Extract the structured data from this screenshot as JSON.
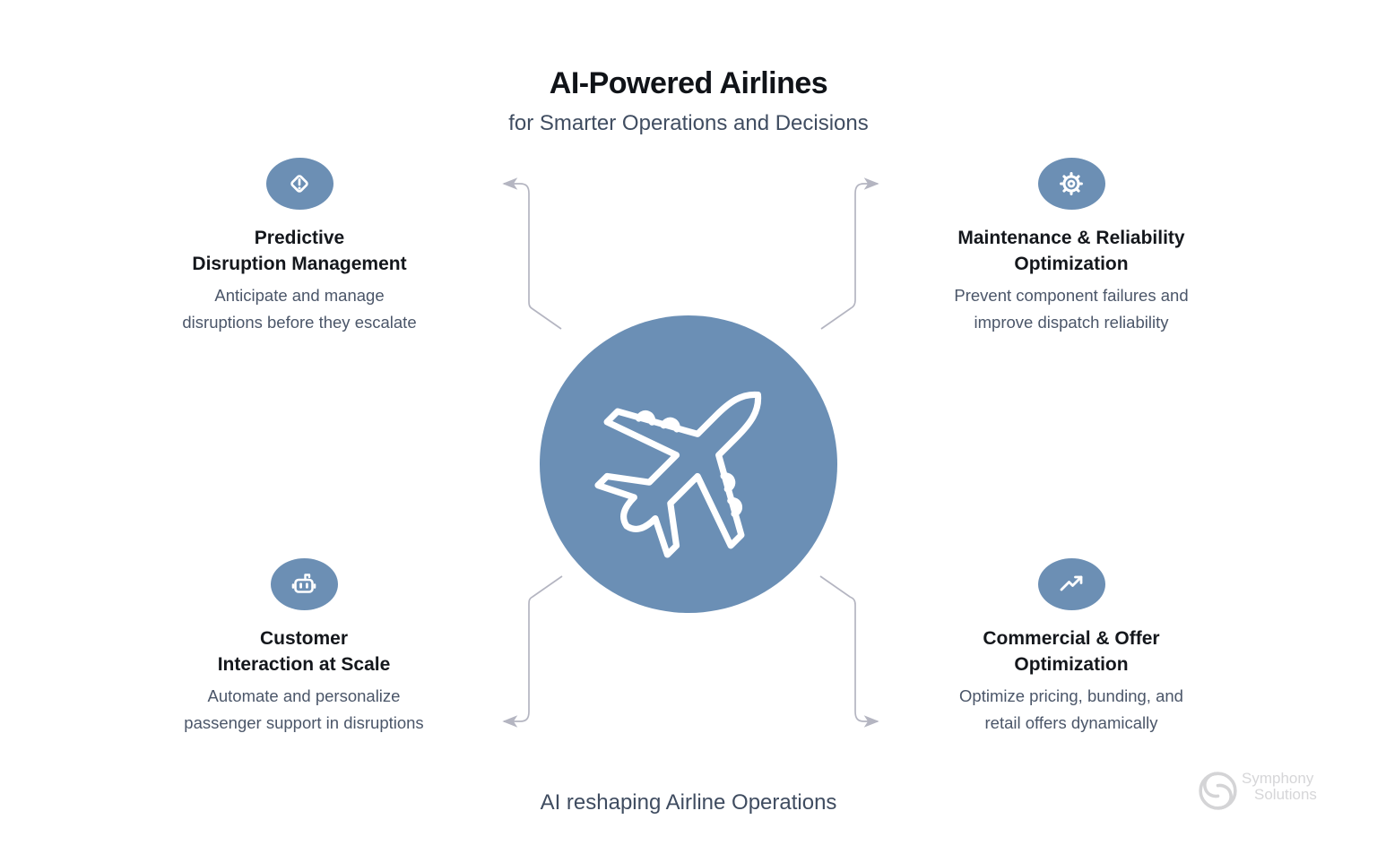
{
  "header": {
    "title": "AI-Powered Airlines",
    "subtitle": "for Smarter Operations and Decisions"
  },
  "quadrants": [
    {
      "icon": "alert-diamond-icon",
      "title_line1": "Predictive",
      "title_line2": "Disruption Management",
      "desc_line1": "Anticipate and manage",
      "desc_line2": "disruptions before they escalate"
    },
    {
      "icon": "gear-icon",
      "title_line1": "Maintenance & Reliability",
      "title_line2": "Optimization",
      "desc_line1": "Prevent component failures and",
      "desc_line2": "improve dispatch reliability"
    },
    {
      "icon": "robot-icon",
      "title_line1": "Customer",
      "title_line2": "Interaction at Scale",
      "desc_line1": "Automate and personalize",
      "desc_line2": "passenger support in disruptions"
    },
    {
      "icon": "trend-up-icon",
      "title_line1": "Commercial & Offer",
      "title_line2": "Optimization",
      "desc_line1": "Optimize pricing, bunding, and",
      "desc_line2": "retail offers dynamically"
    }
  ],
  "center": {
    "icon": "airplane-icon"
  },
  "footer": {
    "caption": "AI reshaping Airline Operations"
  },
  "logo": {
    "line1": "Symphony",
    "line2": "Solutions"
  },
  "colors": {
    "accent_blue": "#6B8FB5",
    "heading_text": "#14171C",
    "body_text": "#4B5669",
    "subtitle_text": "#404D61",
    "connector_gray": "#B4B5C1",
    "logo_gray": "#D6D6D8",
    "background": "#FFFFFF"
  }
}
